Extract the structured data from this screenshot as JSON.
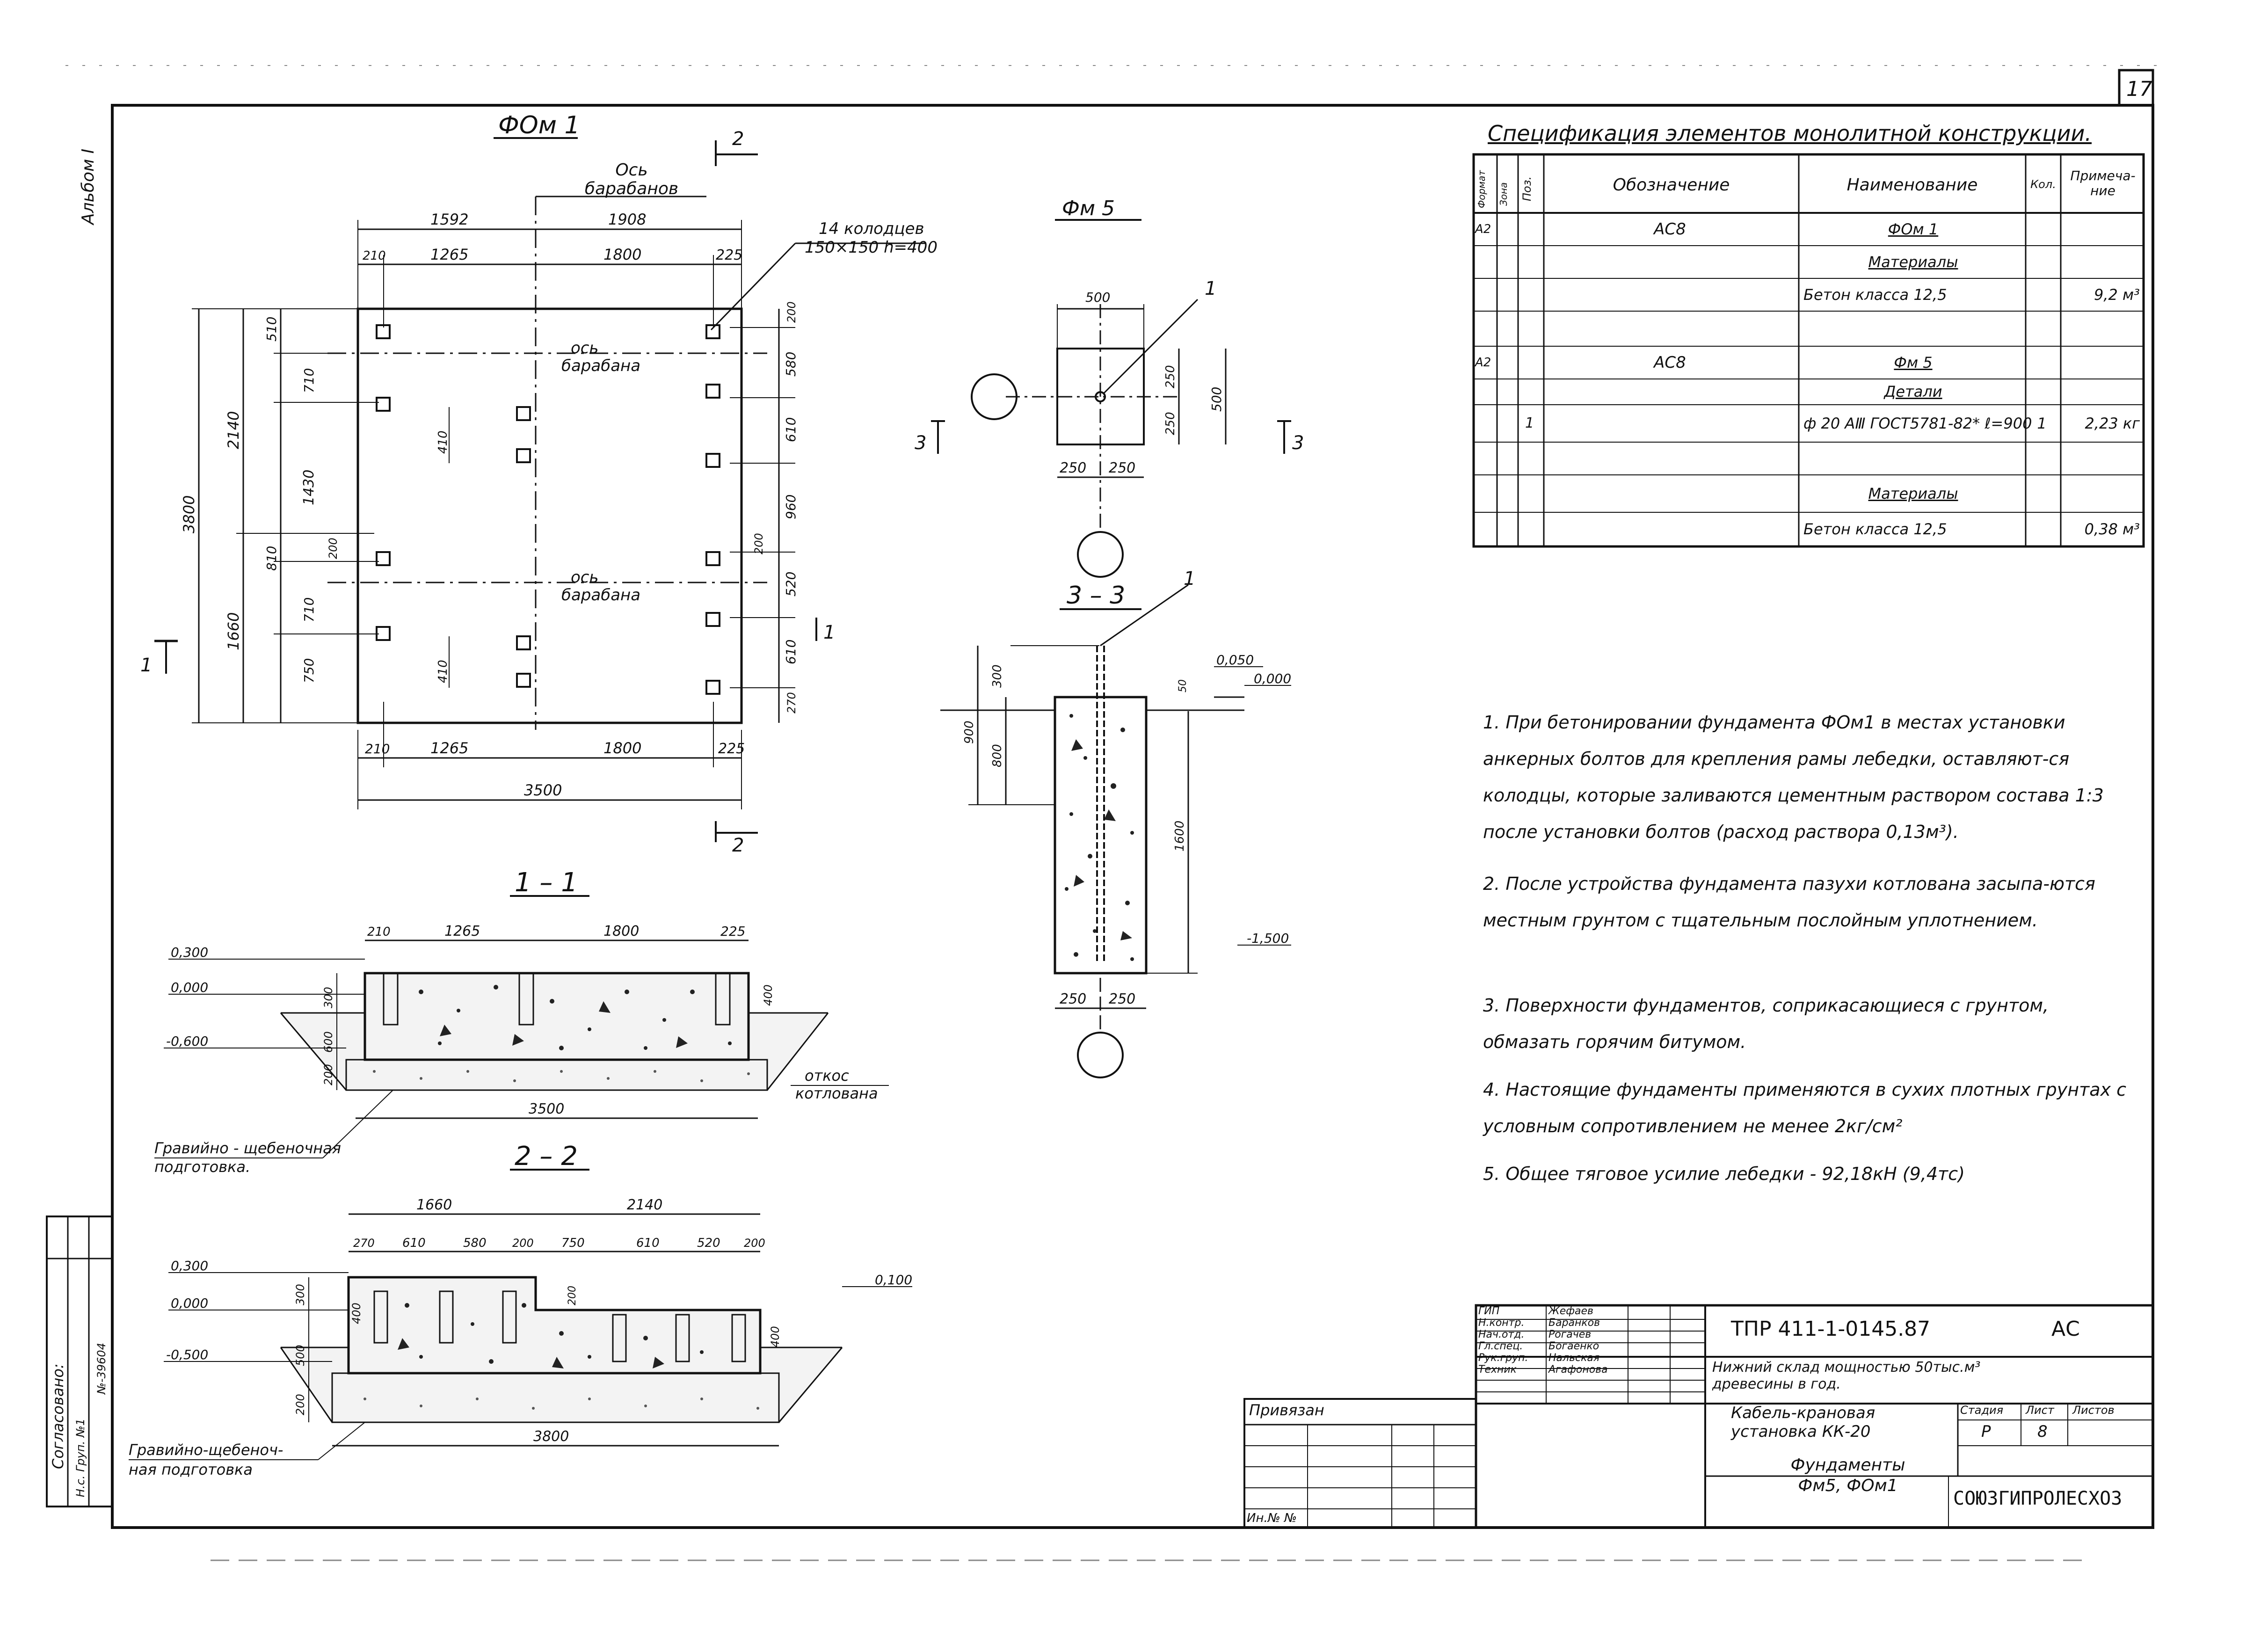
{
  "sheet_number": "17",
  "album_label": "Альбом I",
  "plan": {
    "title": "ФОм 1",
    "axis_drums": "Ось\nбарабанов",
    "axis_drum": "ось\nбарабана",
    "wells": "14 колодцев\n150×150 h=400",
    "dims_top": [
      "1592",
      "1908",
      "210",
      "1265",
      "1800",
      "225"
    ],
    "dims_bottom": [
      "210",
      "1265",
      "1800",
      "225",
      "3500"
    ],
    "dims_left": [
      "3800",
      "2140",
      "1660",
      "510",
      "710",
      "1430",
      "810",
      "710",
      "750",
      "200",
      "410",
      "410"
    ],
    "dims_right": [
      "200",
      "580",
      "610",
      "960",
      "200",
      "520",
      "610",
      "270"
    ],
    "section_marks": [
      "1",
      "1",
      "2",
      "2"
    ]
  },
  "fm5": {
    "title": "Фм 5",
    "leader": "1",
    "dims": [
      "500",
      "250",
      "250",
      "250",
      "250",
      "500"
    ],
    "section_marks": [
      "3",
      "3"
    ]
  },
  "section33": {
    "title": "3 – 3",
    "leader": "1",
    "levels": [
      "0,050",
      "0,000",
      "-1,500"
    ],
    "dims": [
      "300",
      "900",
      "800",
      "1600",
      "50",
      "250",
      "250"
    ]
  },
  "section11": {
    "title": "1 – 1",
    "levels": [
      "0,300",
      "0,000",
      "-0,600"
    ],
    "dims_top": [
      "210",
      "1265",
      "1800",
      "225"
    ],
    "dims_side": [
      "300",
      "600",
      "200",
      "400"
    ],
    "dim_bottom": "3500",
    "slope_label": "откос\nкотлована",
    "gravel_label": "Гравийно - щебеночная\nподготовка."
  },
  "section22": {
    "title": "2 – 2",
    "levels": [
      "0,300",
      "0,000",
      "-0,500",
      "0,100"
    ],
    "dims_top": [
      "1660",
      "2140"
    ],
    "dims_seg": [
      "270",
      "610",
      "580",
      "200",
      "750",
      "610",
      "520",
      "200"
    ],
    "dims_side": [
      "300",
      "500",
      "200",
      "400",
      "200",
      "400"
    ],
    "dim_bottom": "3800",
    "gravel_label": "Гравийно-щебеноч-\nная подготовка"
  },
  "spec": {
    "title": "Спецификация элементов монолитной конструкции.",
    "headers": [
      "Формат",
      "Зона",
      "Поз.",
      "Обозначение",
      "Наименование",
      "Кол.",
      "Примеча-\nние"
    ],
    "rows": [
      {
        "fmt": "А2",
        "zone": "",
        "pos": "",
        "code": "АС8",
        "name": "ФОм 1",
        "qty": "",
        "note": "",
        "underline": true
      },
      {
        "fmt": "",
        "zone": "",
        "pos": "",
        "code": "",
        "name": "Материалы",
        "qty": "",
        "note": "",
        "underline": true
      },
      {
        "fmt": "",
        "zone": "",
        "pos": "",
        "code": "",
        "name": "Бетон класса 12,5",
        "qty": "",
        "note": "9,2 м³",
        "underline": false
      },
      {
        "fmt": "",
        "zone": "",
        "pos": "",
        "code": "",
        "name": "",
        "qty": "",
        "note": "",
        "underline": false
      },
      {
        "fmt": "А2",
        "zone": "",
        "pos": "",
        "code": "АС8",
        "name": "Фм 5",
        "qty": "",
        "note": "",
        "underline": true
      },
      {
        "fmt": "",
        "zone": "",
        "pos": "",
        "code": "",
        "name": "Детали",
        "qty": "",
        "note": "",
        "underline": true
      },
      {
        "fmt": "",
        "zone": "",
        "pos": "1",
        "code": "",
        "name": "ф 20 АⅢ ГОСТ5781-82* ℓ=900",
        "qty": "1",
        "note": "2,23 кг",
        "underline": false
      },
      {
        "fmt": "",
        "zone": "",
        "pos": "",
        "code": "",
        "name": "",
        "qty": "",
        "note": "",
        "underline": false
      },
      {
        "fmt": "",
        "zone": "",
        "pos": "",
        "code": "",
        "name": "Материалы",
        "qty": "",
        "note": "",
        "underline": true
      },
      {
        "fmt": "",
        "zone": "",
        "pos": "",
        "code": "",
        "name": "Бетон класса 12,5",
        "qty": "",
        "note": "0,38 м³",
        "underline": false
      }
    ]
  },
  "notes": [
    "1. При бетонировании фундамента ФОм1 в местах установки анкерных болтов для крепления рамы лебедки, оставляют-ся колодцы, которые заливаются цементным раствором состава 1:3 после установки болтов (расход раствора 0,13м³).",
    "2. После устройства фундамента пазухи котлована засыпа-ются местным грунтом с тщательным послойным уплотнением.",
    "3. Поверхности фундаментов, соприкасающиеся с грунтом, обмазать горячим битумом.",
    "4. Настоящие фундаменты применяются в сухих плотных грунтах с условным сопротивлением не менее 2кг/см²",
    "5. Общее тяговое усилие лебедки - 92,18кН (9,4тс)"
  ],
  "title_block": {
    "code": "ТПР  411-1-0145.87",
    "mark": "АС",
    "project": "Нижний склад мощностью 50тыс.м³\nдревесины в год.",
    "object": "Кабель-крановая\nустановка КК-20",
    "drawing": "Фундаменты\nФм5, ФОм1",
    "stage_h": "Стадия",
    "sheet_h": "Лист",
    "sheets_h": "Листов",
    "stage": "Р",
    "sheet": "8",
    "org": "СОЮЗГИПРОЛЕСХОЗ",
    "roles": [
      "ГИП",
      "Н.контр.",
      "Нач.отд.",
      "Гл.спец.",
      "Рук.груп.",
      "Техник"
    ],
    "names": [
      "Жефаев",
      "Баранков",
      "Рогачев",
      "Богаенко",
      "Нальская",
      "Агафонова"
    ],
    "bound": "Привязан",
    "inv": "Ин.№ №"
  },
  "side_stamp": {
    "agreed": "Согласовано:",
    "line1": "Н.с. Груп. №1",
    "line2": "№-39604"
  }
}
